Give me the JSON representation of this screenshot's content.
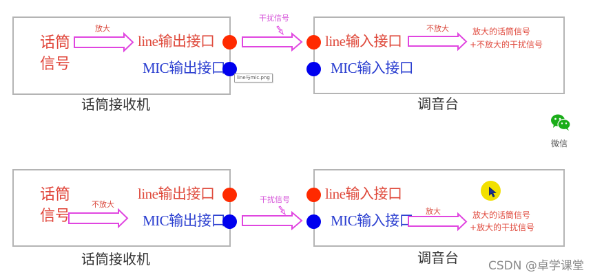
{
  "colors": {
    "red_port": "#ff2a00",
    "blue_port": "#0000ee",
    "arrow_stroke": "#e046e0",
    "box_border": "#b4b4b4",
    "highlight": "#f2e000",
    "wechat_green": "#1aad19"
  },
  "diagrams": [
    {
      "id": "top",
      "receiver": {
        "caption": "话筒接收机",
        "source_line1": "话筒",
        "source_line2": "信号",
        "amp_label": "放大",
        "line_out": "line输出接口",
        "mic_out": "MIC输出接口"
      },
      "transfer": {
        "noise_label": "干扰信号",
        "route": "line"
      },
      "mixer": {
        "caption": "调音台",
        "line_in": "line输入接口",
        "mic_in": "MIC输入接口",
        "amp_label": "不放大",
        "result_line1": "放大的话筒信号",
        "result_line2": "+不放大的干扰信号"
      }
    },
    {
      "id": "bottom",
      "receiver": {
        "caption": "话筒接收机",
        "source_line1": "话筒",
        "source_line2": "信号",
        "amp_label": "不放大",
        "line_out": "line输出接口",
        "mic_out": "MIC输出接口"
      },
      "transfer": {
        "noise_label": "干扰信号",
        "route": "MIC"
      },
      "mixer": {
        "caption": "调音台",
        "line_in": "line输入接口",
        "mic_in": "MIC输入接口",
        "amp_label": "放大",
        "result_line1": "放大的话筒信号",
        "result_line2": "+放大的干扰信号"
      }
    }
  ],
  "tooltip": {
    "text": "line与mic.png"
  },
  "share": {
    "wechat_label": "微信",
    "icon": "wechat-icon"
  },
  "cursor": {
    "icon": "mouse-pointer-icon",
    "highlighted": true
  },
  "watermark": {
    "text": "CSDN @卓学课堂"
  }
}
